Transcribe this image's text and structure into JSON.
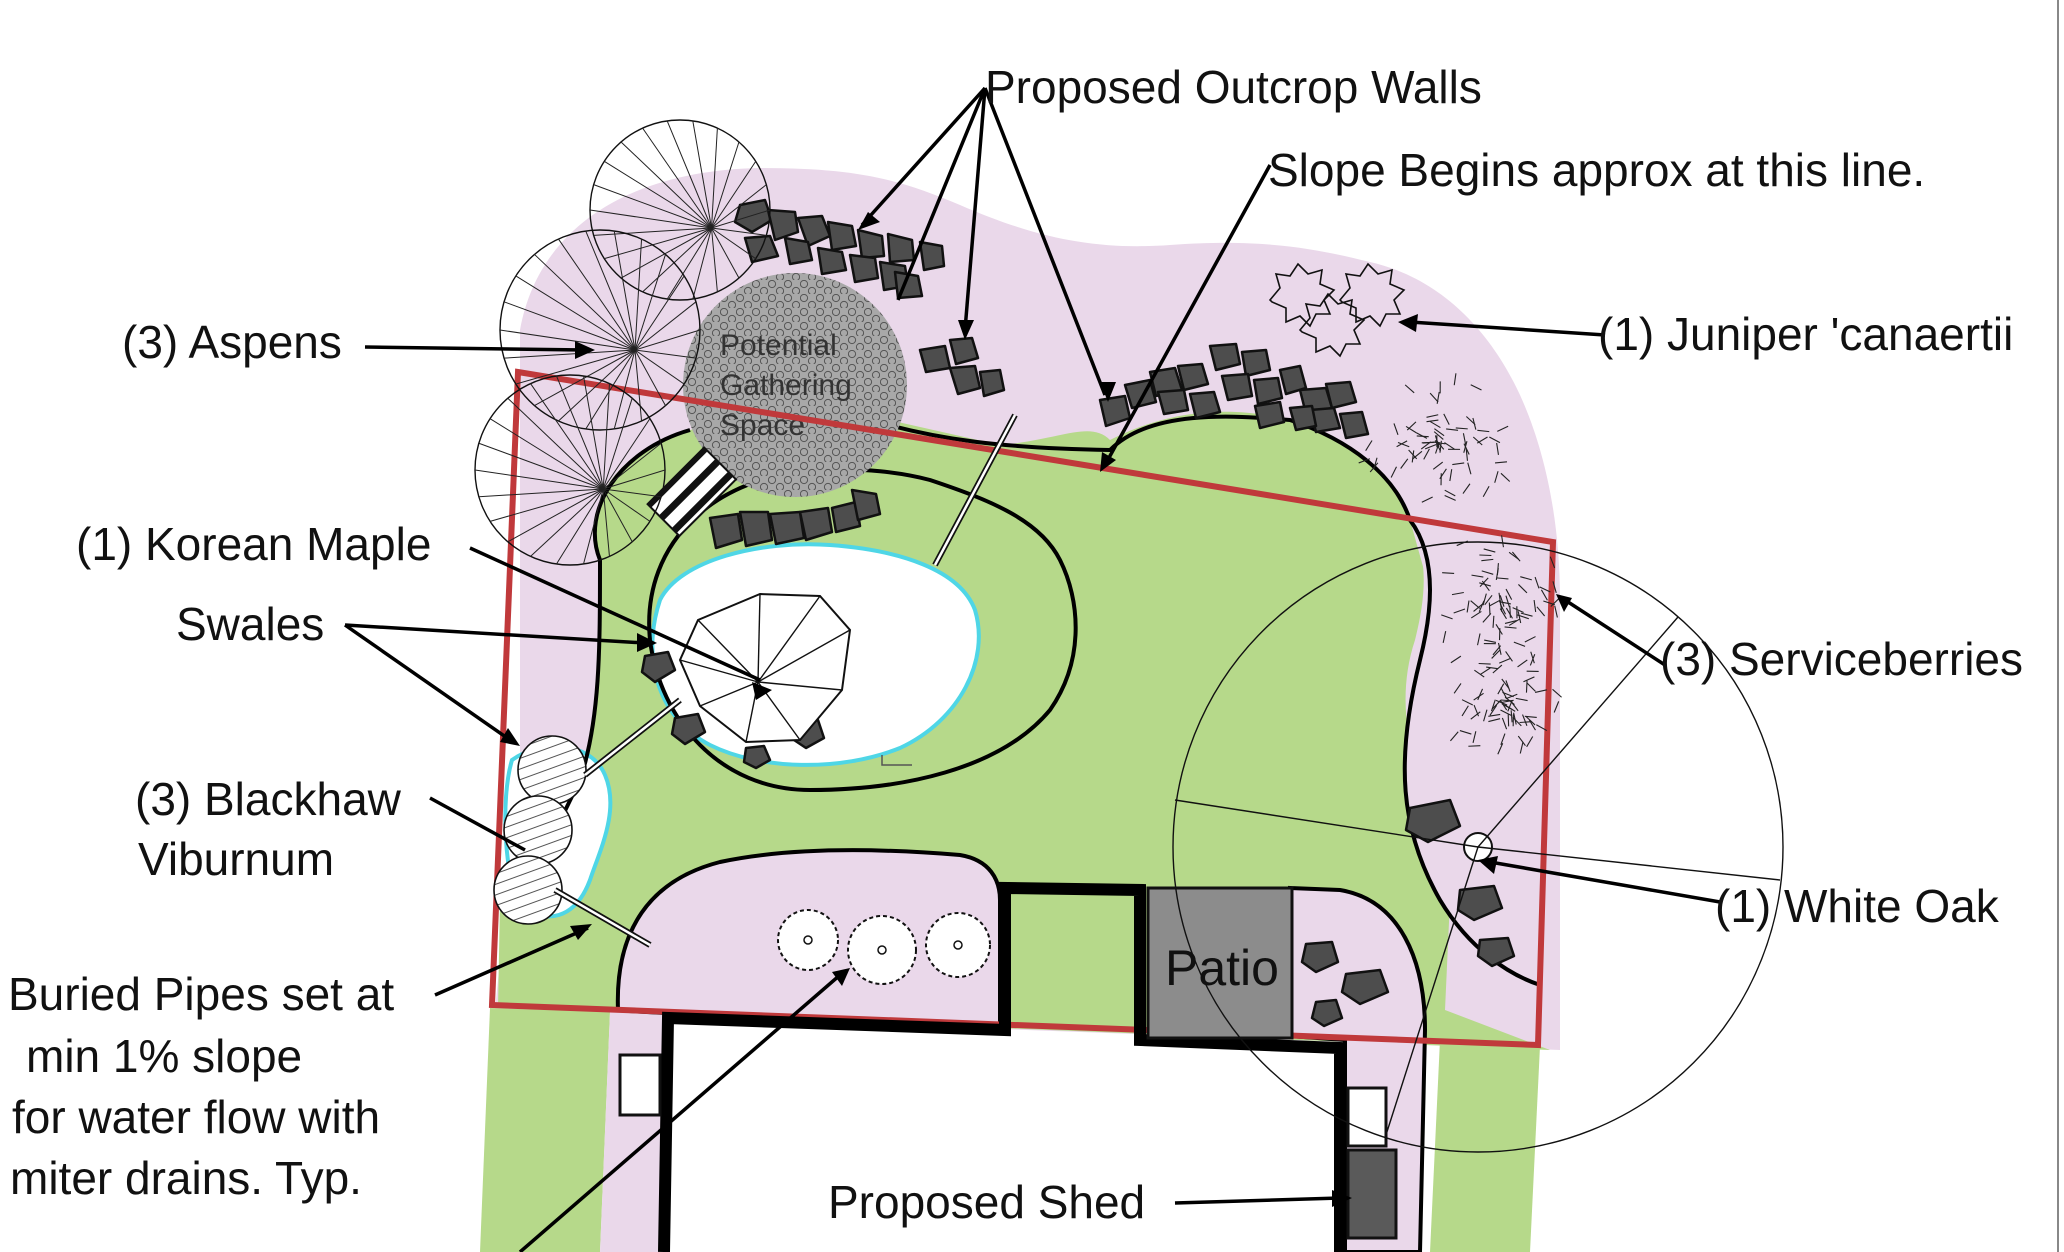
{
  "labels": {
    "outcrop_walls": "Proposed Outcrop Walls",
    "slope": "Slope Begins approx at this line.",
    "aspens": "(3) Aspens",
    "juniper": "(1) Juniper 'canaertii",
    "korean_maple": "(1) Korean Maple",
    "swales": "Swales",
    "serviceberries": "(3) Serviceberries",
    "blackhaw_line1": "(3) Blackhaw",
    "blackhaw_line2": "Viburnum",
    "white_oak": "(1) White Oak",
    "pipes_line1": "Buried Pipes set at",
    "pipes_line2": "min 1% slope",
    "pipes_line3": "for water flow with",
    "pipes_line4": "miter drains. Typ.",
    "shed": "Proposed Shed",
    "patio": "Patio",
    "gathering_line1": "Potential",
    "gathering_line2": "Gathering",
    "gathering_line3": "Space"
  },
  "colors": {
    "lawn": "#b6d98a",
    "planting_bed": "#ead8ea",
    "property_line": "#c0393b",
    "swale_edge": "#4fd6e6",
    "stone": "#4d4d4d",
    "patio": "#8c8c8c",
    "gathering_fill": "#9a9a9a"
  }
}
